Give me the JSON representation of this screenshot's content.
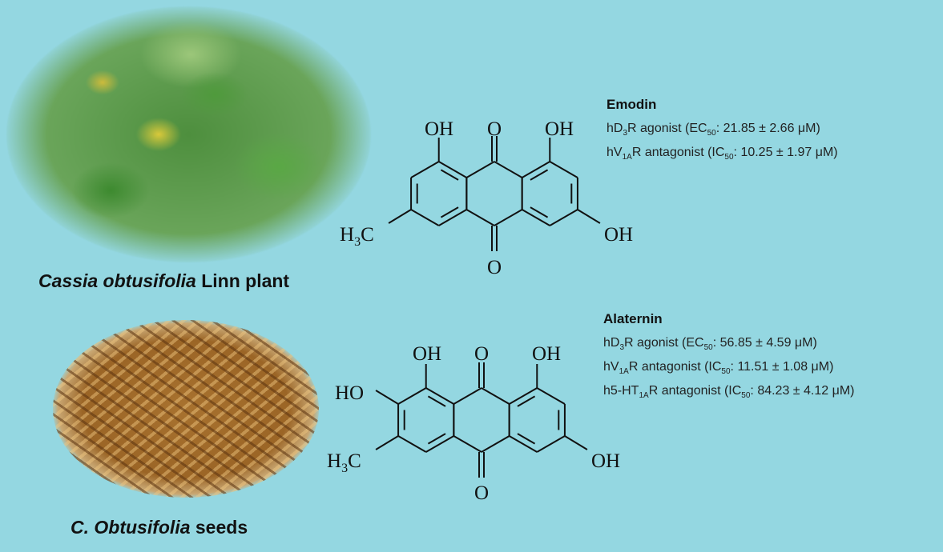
{
  "photos": {
    "plant_caption": {
      "italic": "Cassia obtusifolia",
      "rest": " Linn plant"
    },
    "seeds_caption": {
      "italic": "C. Obtusifolia",
      "rest": " seeds"
    }
  },
  "atoms": {
    "oh": "OH",
    "ho": "HO",
    "o": "O",
    "h": "H",
    "three": "3",
    "c": "C"
  },
  "compounds": [
    {
      "name": "Emodin",
      "lines": [
        [
          "hD",
          "3",
          "R agonist (EC",
          "50",
          ": 21.85 ± 2.66 μM)"
        ],
        [
          "hV",
          "1A",
          "R antagonist  (IC",
          "50",
          ": 10.25 ± 1.97 μM)"
        ]
      ]
    },
    {
      "name": "Alaternin",
      "lines": [
        [
          "hD",
          "3",
          "R agonist (EC",
          "50",
          ": 56.85 ± 4.59 μM)"
        ],
        [
          "hV",
          "1A",
          "R antagonist  (IC",
          "50",
          ": 11.51 ± 1.08 μM)"
        ],
        [
          "h5-HT",
          "1A",
          "R antagonist (IC",
          "50",
          ": 84.23 ± 4.12 μM)"
        ]
      ]
    }
  ]
}
